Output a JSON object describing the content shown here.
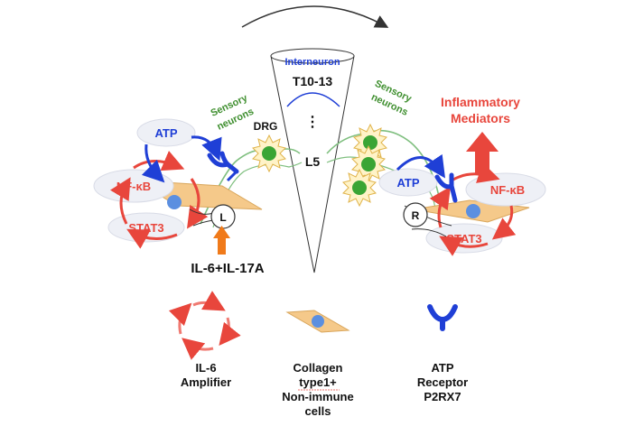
{
  "labels": {
    "interneuron": "Interneuron",
    "t10_13": "T10-13",
    "dots": "⋮",
    "l5": "L5",
    "sensory_left_1": "Sensory",
    "sensory_left_2": "neurons",
    "drg": "DRG",
    "sensory_right_1": "Sensory",
    "sensory_right_2": "neurons",
    "inflammatory_1": "Inflammatory",
    "inflammatory_2": "Mediators",
    "atp_left": "ATP",
    "atp_right": "ATP",
    "nfkb_left": "NF-κB",
    "nfkb_right": "NF-κB",
    "stat3_left": "STAT3",
    "stat3_right": "STAT3",
    "l_node": "L",
    "r_node": "R",
    "cytokines": "IL-6+IL-17A"
  },
  "legend": {
    "amplifier_1": "IL-6",
    "amplifier_2": "Amplifier",
    "collagen_1": "Collagen",
    "collagen_2": "type1+",
    "collagen_3": "Non-immune",
    "collagen_4": "cells",
    "receptor_1": "ATP",
    "receptor_2": "Receptor",
    "receptor_3": "P2RX7"
  },
  "colors": {
    "red": "#e8463c",
    "pink": "#f07a72",
    "blue": "#1f3fd6",
    "green": "#3f8f2f",
    "neuron_green": "#3aa535",
    "cell_orange": "#f5c98a",
    "nucleus_blue": "#5b8fe0",
    "orange_arrow": "#f07a1a",
    "ellipse_fill": "#eef0f6"
  }
}
